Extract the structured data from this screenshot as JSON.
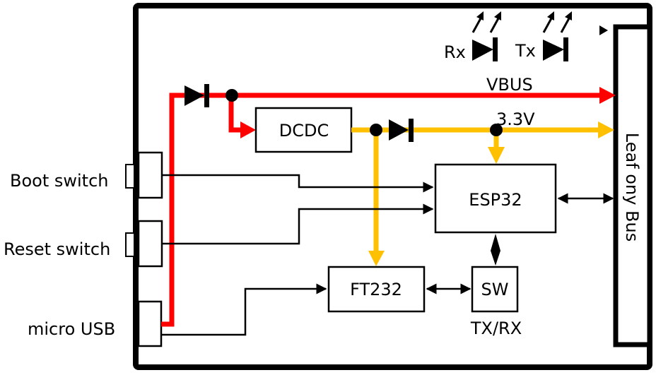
{
  "diagram": {
    "type": "block-diagram",
    "colors": {
      "vbus": "#ff0000",
      "v33": "#ffc000",
      "signal": "#000000",
      "background": "#ffffff"
    },
    "external_labels": {
      "boot_switch": "Boot switch",
      "reset_switch": "Reset switch",
      "micro_usb": "micro USB"
    },
    "blocks": {
      "dcdc": "DCDC",
      "esp32": "ESP32",
      "ft232": "FT232",
      "sw": "SW"
    },
    "nets": {
      "vbus": "VBUS",
      "v33": "3.3V"
    },
    "leds": {
      "rx": "Rx",
      "tx": "Tx"
    },
    "bus": {
      "label": "Leaf ony Bus"
    },
    "annotations": {
      "sw_caption": "TX/RX"
    },
    "connections": [
      {
        "from": "micro USB",
        "to": "VBUS",
        "net": "VBUS",
        "via": "diode"
      },
      {
        "from": "VBUS",
        "to": "DCDC",
        "net": "VBUS"
      },
      {
        "from": "DCDC",
        "to": "3.3V",
        "net": "3.3V",
        "via": "diode"
      },
      {
        "from": "3.3V",
        "to": "ESP32",
        "net": "3.3V"
      },
      {
        "from": "DCDC",
        "to": "FT232",
        "net": "3.3V"
      },
      {
        "from": "Boot switch",
        "to": "ESP32",
        "net": "signal"
      },
      {
        "from": "Reset switch",
        "to": "ESP32",
        "net": "signal"
      },
      {
        "from": "micro USB",
        "to": "FT232",
        "net": "signal"
      },
      {
        "from": "FT232",
        "to": "SW",
        "net": "signal",
        "bidirectional": true
      },
      {
        "from": "SW",
        "to": "ESP32",
        "net": "signal",
        "bidirectional": true
      },
      {
        "from": "ESP32",
        "to": "Leaf ony Bus",
        "net": "signal",
        "bidirectional": true
      },
      {
        "from": "VBUS",
        "to": "Leaf ony Bus",
        "net": "VBUS"
      },
      {
        "from": "3.3V",
        "to": "Leaf ony Bus",
        "net": "3.3V"
      }
    ]
  }
}
